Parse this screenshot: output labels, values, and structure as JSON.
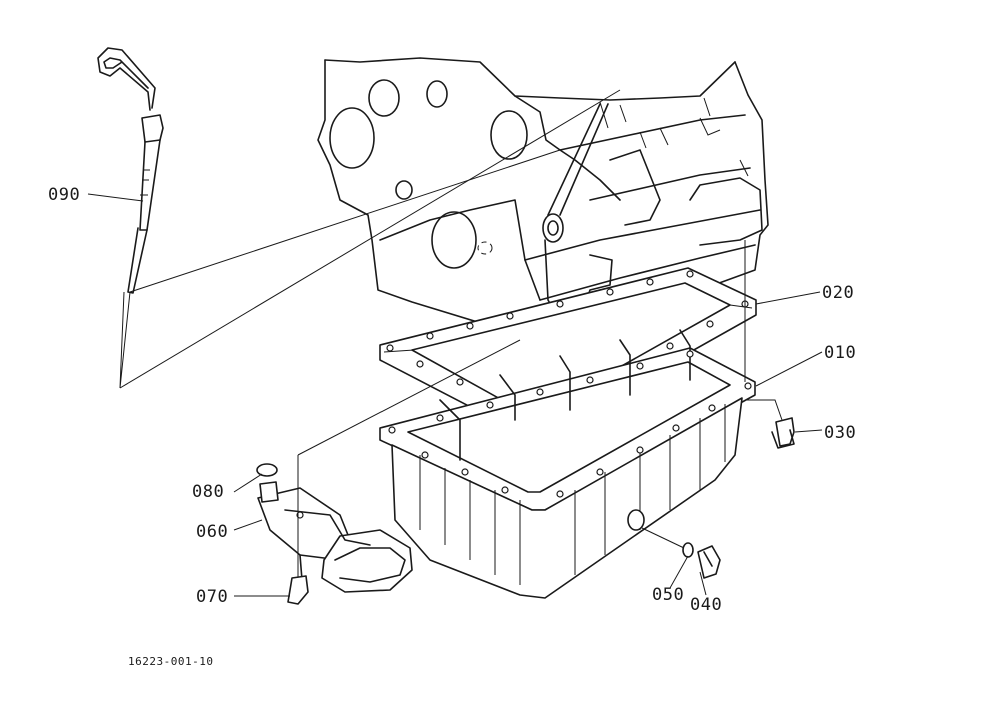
{
  "callouts": {
    "c010": "010",
    "c020": "020",
    "c030": "030",
    "c040": "040",
    "c050": "050",
    "c060": "060",
    "c070": "070",
    "c080": "080",
    "c090": "090"
  },
  "drawing_code": "16223-001-10"
}
